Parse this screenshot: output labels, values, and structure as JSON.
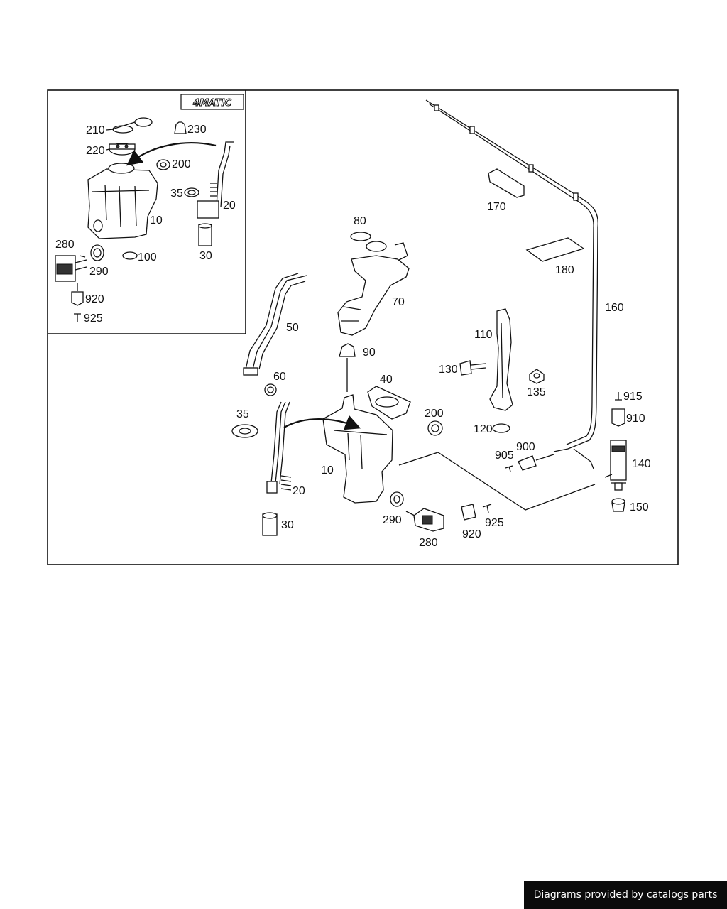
{
  "badge": {
    "text": "Diagrams provided by catalogs parts"
  },
  "inset": {
    "logo_text": "4MATIC"
  },
  "labels": {
    "inset": [
      "210",
      "230",
      "220",
      "200",
      "35",
      "20",
      "10",
      "30",
      "280",
      "290",
      "100",
      "920",
      "925"
    ],
    "main": [
      "170",
      "180",
      "160",
      "80",
      "70",
      "50",
      "90",
      "60",
      "40",
      "35",
      "200",
      "10",
      "20",
      "30",
      "290",
      "280",
      "920",
      "925",
      "110",
      "130",
      "135",
      "120",
      "900",
      "905",
      "915",
      "910",
      "140",
      "150"
    ]
  },
  "colors": {
    "line": "#111111",
    "badge_bg": "#0b0b0b",
    "badge_text": "#ffffff"
  }
}
